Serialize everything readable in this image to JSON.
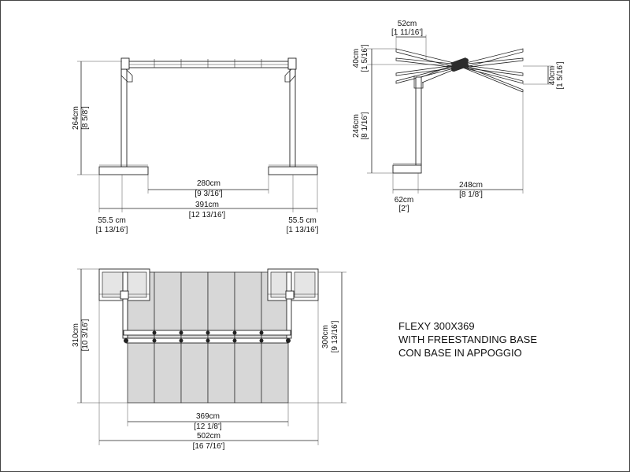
{
  "front_view": {
    "height_cm": "264cm",
    "height_in": "[8 5/8']",
    "inner_cm": "280cm",
    "inner_in": "[9 3/16']",
    "total_cm": "391cm",
    "total_in": "[12 13/16']",
    "base_left_cm": "55.5 cm",
    "base_left_in": "[1 13/16']",
    "base_right_cm": "55.5 cm",
    "base_right_in": "[1 13/16']"
  },
  "side_view": {
    "top_cm": "52cm",
    "top_in": "[1 11/16']",
    "rise_cm": "40cm",
    "rise_in": "[1 5/16']",
    "post_cm": "246cm",
    "post_in": "[8 1/16']",
    "drop_cm": "40cm",
    "drop_in": "[1 5/16']",
    "base_cm": "62cm",
    "base_in": "[2']",
    "arm_cm": "248cm",
    "arm_in": "[8 1/8']"
  },
  "plan_view": {
    "depth_cm": "310cm",
    "depth_in": "[10 3/16']",
    "cover_cm": "300cm",
    "cover_in": "[9 13/16']",
    "cover_width_cm": "369cm",
    "cover_width_in": "[12 1/8']",
    "overall_cm": "502cm",
    "overall_in": "[16 7/16']"
  },
  "title_block": {
    "line1": "FLEXY 300X369",
    "line2": "WITH FREESTANDING BASE",
    "line3": "CON BASE IN APPOGGIO"
  }
}
